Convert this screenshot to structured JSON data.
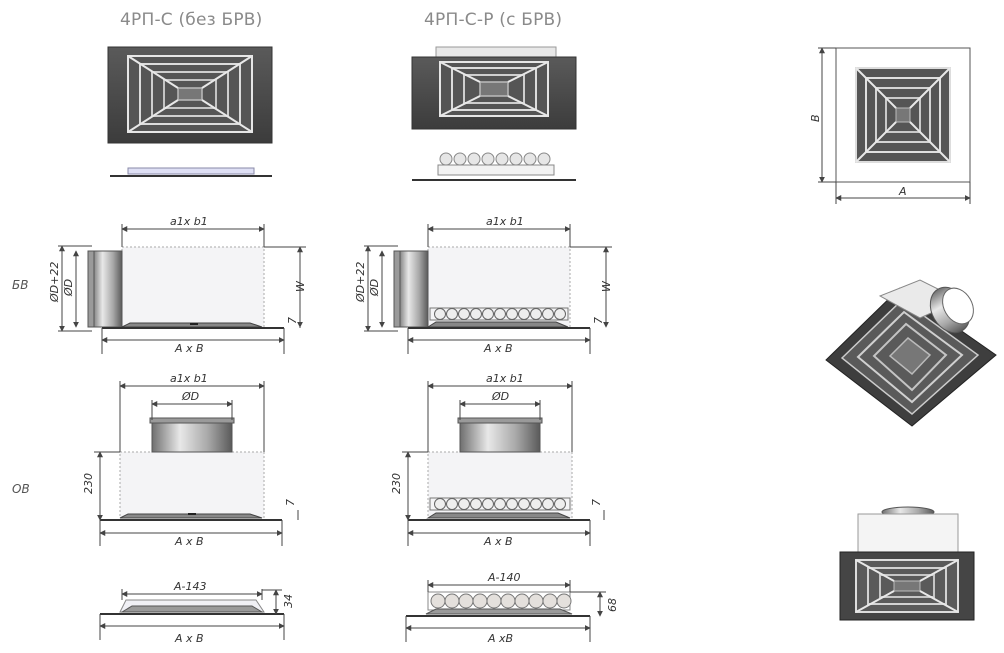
{
  "titles": {
    "left": "4РП-С (без БРВ)",
    "right": "4РП-С-Р (с БРВ)"
  },
  "row_labels": {
    "bv": "БВ",
    "ov": "ОВ"
  },
  "dims": {
    "a1b1": "a1x b1",
    "axb": "A x B",
    "axb_compact": "A xB",
    "axb_left_bottom": "A x B",
    "od": "ØD",
    "od22": "ØD+22",
    "w": "W",
    "seven": "7",
    "h230": "230",
    "a143": "A-143",
    "a140": "A-140",
    "h34": "34",
    "h68": "68",
    "b": "B",
    "a": "A"
  },
  "colors": {
    "frame_dark": "#4a4a4a",
    "frame_mid": "#8c8c8c",
    "box_fill": "#f4f4f6",
    "box_stroke": "#9a9a9a",
    "dim_line": "#444444",
    "cylinder_light": "#d8d8d8",
    "cylinder_dark": "#7a7a7a"
  }
}
